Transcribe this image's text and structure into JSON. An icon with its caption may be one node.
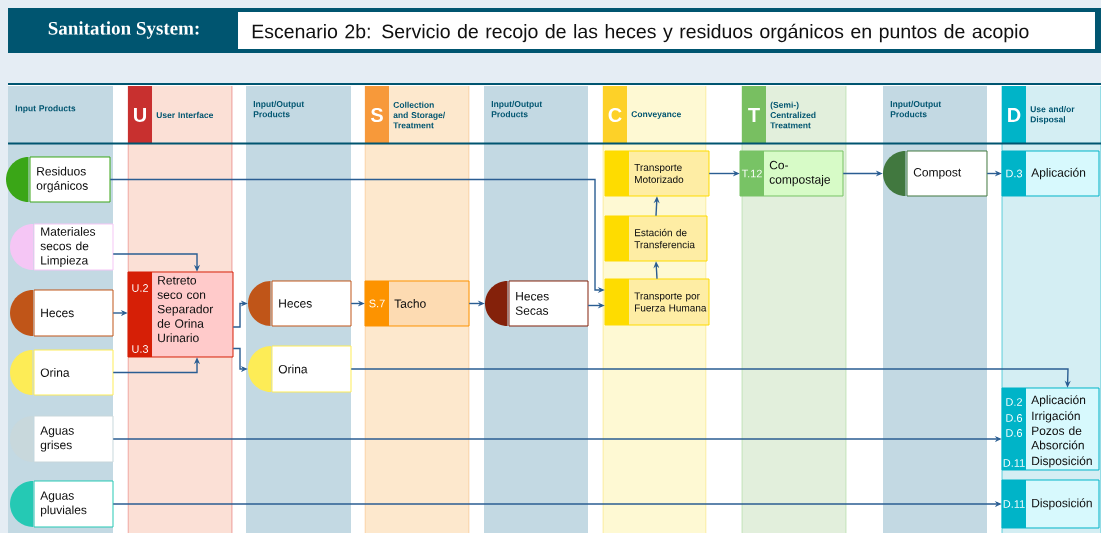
{
  "diagram": {
    "title": "Sanitation System:",
    "nodes": [
      {
        "text": [
          "Input Products"
        ]
      },
      {
        "text": [
          "U",
          "User Interface"
        ]
      },
      {
        "text": [
          "Input/Output Products"
        ]
      },
      {
        "text": [
          "S",
          "Collection and Storage/ Treatment"
        ]
      },
      {
        "text": [
          "Input/Output Products"
        ]
      },
      {
        "text": [
          "C",
          "Conveyance"
        ]
      },
      {
        "text": [
          "T",
          "(Semi-) Centralized Treatment"
        ]
      },
      {
        "text": [
          "Input/Output Products"
        ]
      },
      {
        "text": [
          "D",
          "Use and/or Disposal"
        ]
      },
      {
        "text": [
          "Residuos orgánicos"
        ],
        "in": 0
      },
      {
        "text": [
          "Materiales secos de Limpieza"
        ],
        "in": 0
      },
      {
        "text": [
          "Heces"
        ],
        "in": 0
      },
      {
        "text": [
          "Orina"
        ],
        "in": 0
      },
      {
        "text": [
          "Aguas grises"
        ],
        "in": 0
      },
      {
        "text": [
          "Aguas pluviales"
        ],
        "in": 0
      },
      {
        "text": [
          "U.2",
          "U.3",
          "Retreto seco con Separador de Orina Urinario"
        ],
        "in": 1
      },
      {
        "text": [
          "Heces"
        ],
        "in": 2
      },
      {
        "text": [
          "Orina"
        ],
        "in": 2
      },
      {
        "text": [
          "S.7",
          "Tacho"
        ],
        "in": 3
      },
      {
        "text": [
          "Heces Secas"
        ],
        "in": 4
      },
      {
        "text": [
          "Transporte Motorizado"
        ],
        "in": 5
      },
      {
        "text": [
          "Estación de Transferencia"
        ],
        "in": 5
      },
      {
        "text": [
          "Transporte por Fuerza Humana"
        ],
        "in": 5
      },
      {
        "text": [
          "T.12",
          "Co-compostaje"
        ],
        "in": 6
      },
      {
        "text": [
          "Compost"
        ],
        "in": 7
      },
      {
        "text": [
          "D.3",
          "Aplicación"
        ],
        "in": 8
      },
      {
        "text": [
          "D.2",
          "Aplicación",
          "D.6",
          "Irrigación",
          "D.6",
          "Pozos de Absorción",
          "D.11",
          "Disposición"
        ],
        "in": 8
      },
      {
        "text": [
          "D.11",
          "Disposición"
        ],
        "in": 8
      }
    ],
    "edges": [
      {
        "from": 9,
        "to": 22,
        "arrow": "to"
      },
      {
        "from": 10,
        "to": 15,
        "arrow": "to"
      },
      {
        "from": 11,
        "to": 15,
        "arrow": "to"
      },
      {
        "from": 12,
        "to": 15,
        "arrow": "to"
      },
      {
        "from": 15,
        "to": 16,
        "arrow": "to"
      },
      {
        "from": 15,
        "to": 17,
        "arrow": "to"
      },
      {
        "from": 16,
        "to": 18,
        "arrow": "to"
      },
      {
        "from": 18,
        "to": 19,
        "arrow": "to"
      },
      {
        "from": 19,
        "to": 22,
        "arrow": "to"
      },
      {
        "from": 22,
        "to": 21,
        "arrow": "to"
      },
      {
        "from": 21,
        "to": 20,
        "arrow": "to"
      },
      {
        "from": 20,
        "to": 23,
        "arrow": "to"
      },
      {
        "from": 23,
        "to": 24,
        "arrow": "to"
      },
      {
        "from": 24,
        "to": 25,
        "arrow": "to"
      },
      {
        "from": 17,
        "to": 26,
        "arrow": "to"
      },
      {
        "from": 13,
        "to": 26,
        "arrow": "to"
      },
      {
        "from": 14,
        "to": 27,
        "arrow": "to"
      }
    ],
    "labels": [
      "Escenario 2b: Servicio de recojo de las heces y residuos orgánicos en puntos de acopio"
    ]
  }
}
